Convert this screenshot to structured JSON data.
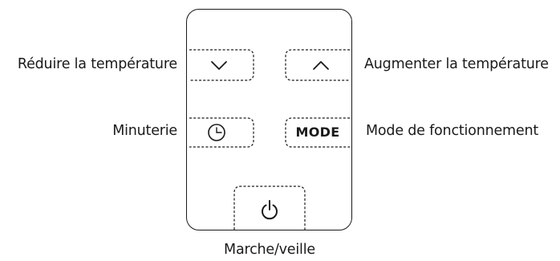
{
  "labels": {
    "decrease_temp": "Réduire la température",
    "increase_temp": "Augmenter la température",
    "timer": "Minuterie",
    "operating_mode": "Mode de fonctionnement",
    "power_standby": "Marche/veille"
  },
  "buttons": {
    "decrease": {
      "icon": "chevron-down-icon"
    },
    "increase": {
      "icon": "chevron-up-icon"
    },
    "timer": {
      "icon": "clock-icon"
    },
    "mode": {
      "text": "MODE"
    },
    "power": {
      "icon": "power-icon"
    }
  },
  "colors": {
    "line": "#1a1a1a",
    "background": "#ffffff"
  }
}
